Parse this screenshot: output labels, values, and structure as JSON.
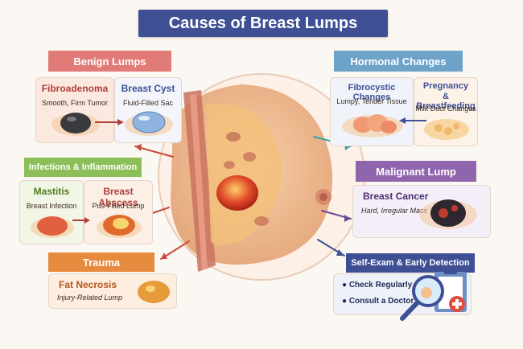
{
  "title": "Causes of Breast Lumps",
  "sections": {
    "benign": {
      "heading": "Benign Lumps",
      "items": [
        {
          "name": "Fibroadenoma",
          "desc": "Smooth, Firm Tumor"
        },
        {
          "name": "Breast Cyst",
          "desc": "Fluid-Filled Sac"
        }
      ]
    },
    "infections": {
      "heading": "Infections & Inflammation",
      "items": [
        {
          "name": "Mastitis",
          "desc": "Breast Infection"
        },
        {
          "name": "Breast Abscess",
          "desc": "Pus-Filled Lump"
        }
      ]
    },
    "trauma": {
      "heading": "Trauma",
      "items": [
        {
          "name": "Fat Necrosis",
          "desc": "Injury-Related Lump"
        }
      ]
    },
    "hormonal": {
      "heading": "Hormonal Changes",
      "items": [
        {
          "name": "Fibrocystic Changes",
          "desc": "Lumpy, Tender Tissue"
        },
        {
          "name_line1": "Pregnancy",
          "name_line2": "& Breastfeeding",
          "desc": "Milk Duct Changes"
        }
      ]
    },
    "malignant": {
      "heading": "Malignant Lump",
      "items": [
        {
          "name": "Breast Cancer",
          "desc": "Hard, Irregular Mass"
        }
      ]
    },
    "selfexam": {
      "heading": "Self-Exam & Early Detection",
      "items": [
        "Check Regularly",
        "Consult a Doctor"
      ]
    }
  },
  "colors": {
    "title_bg": "#3e4f94",
    "benign": "#e07b78",
    "infections": "#8cbf5a",
    "trauma": "#e68a3e",
    "hormonal": "#6da3c9",
    "malignant": "#8f66ad",
    "selfexam": "#3e4f94"
  },
  "icons": [
    "magnifier-icon",
    "clipboard-icon",
    "medical-cross-icon"
  ]
}
